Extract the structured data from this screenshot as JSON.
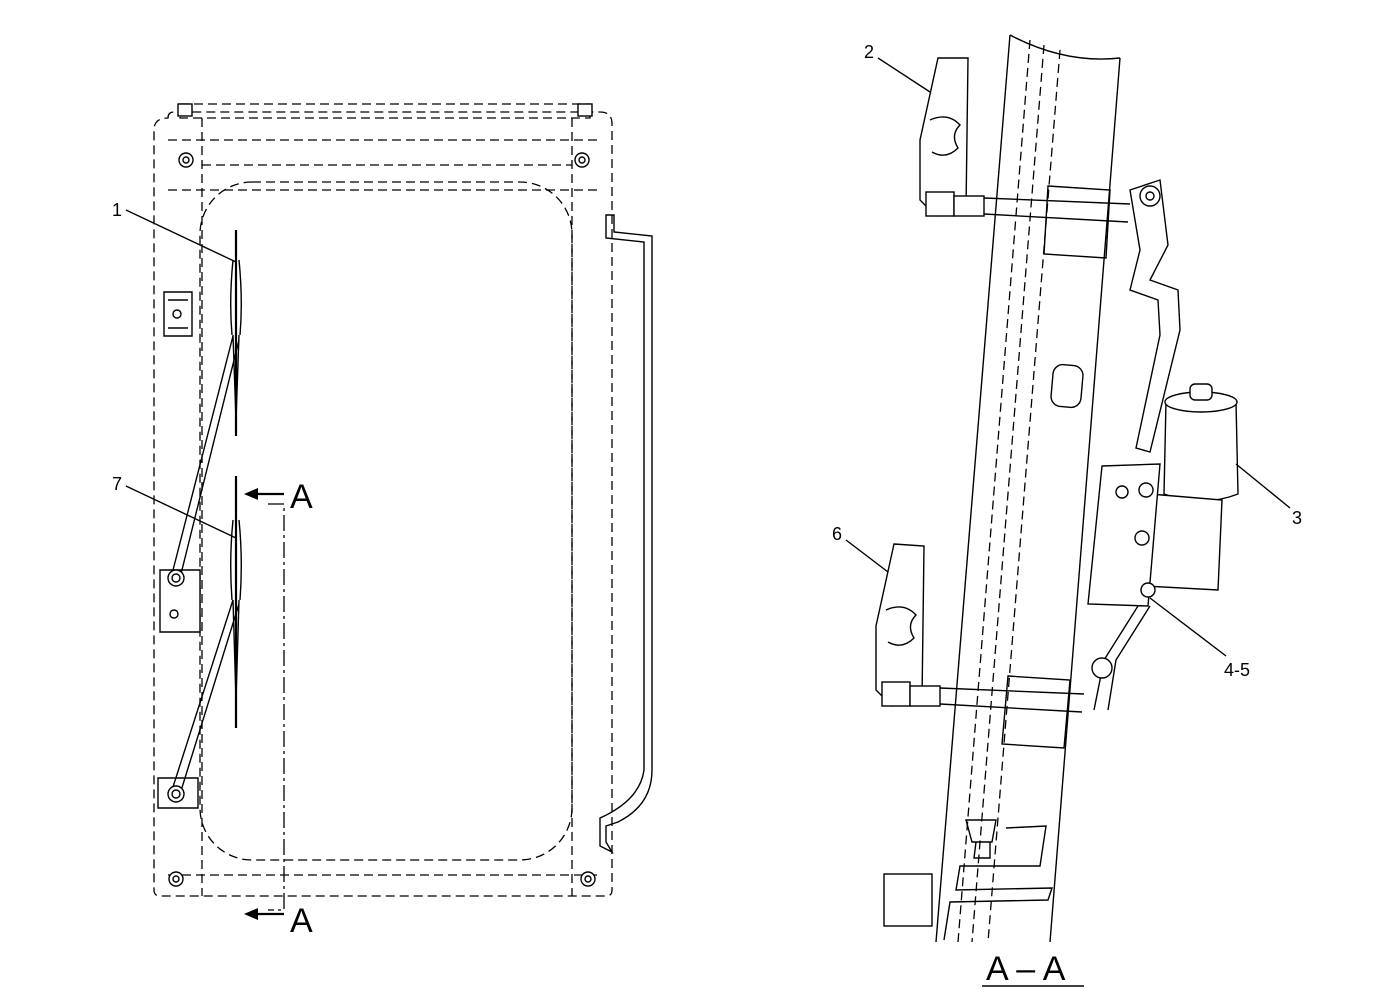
{
  "callouts": {
    "c1": "1",
    "c7": "7",
    "c2": "2",
    "c3": "3",
    "c6": "6",
    "c45": "4-5"
  },
  "section_marks": {
    "top": "A",
    "bottom": "A"
  },
  "section_title": "A – A",
  "colors": {
    "ink": "#000000",
    "paper": "#ffffff"
  }
}
